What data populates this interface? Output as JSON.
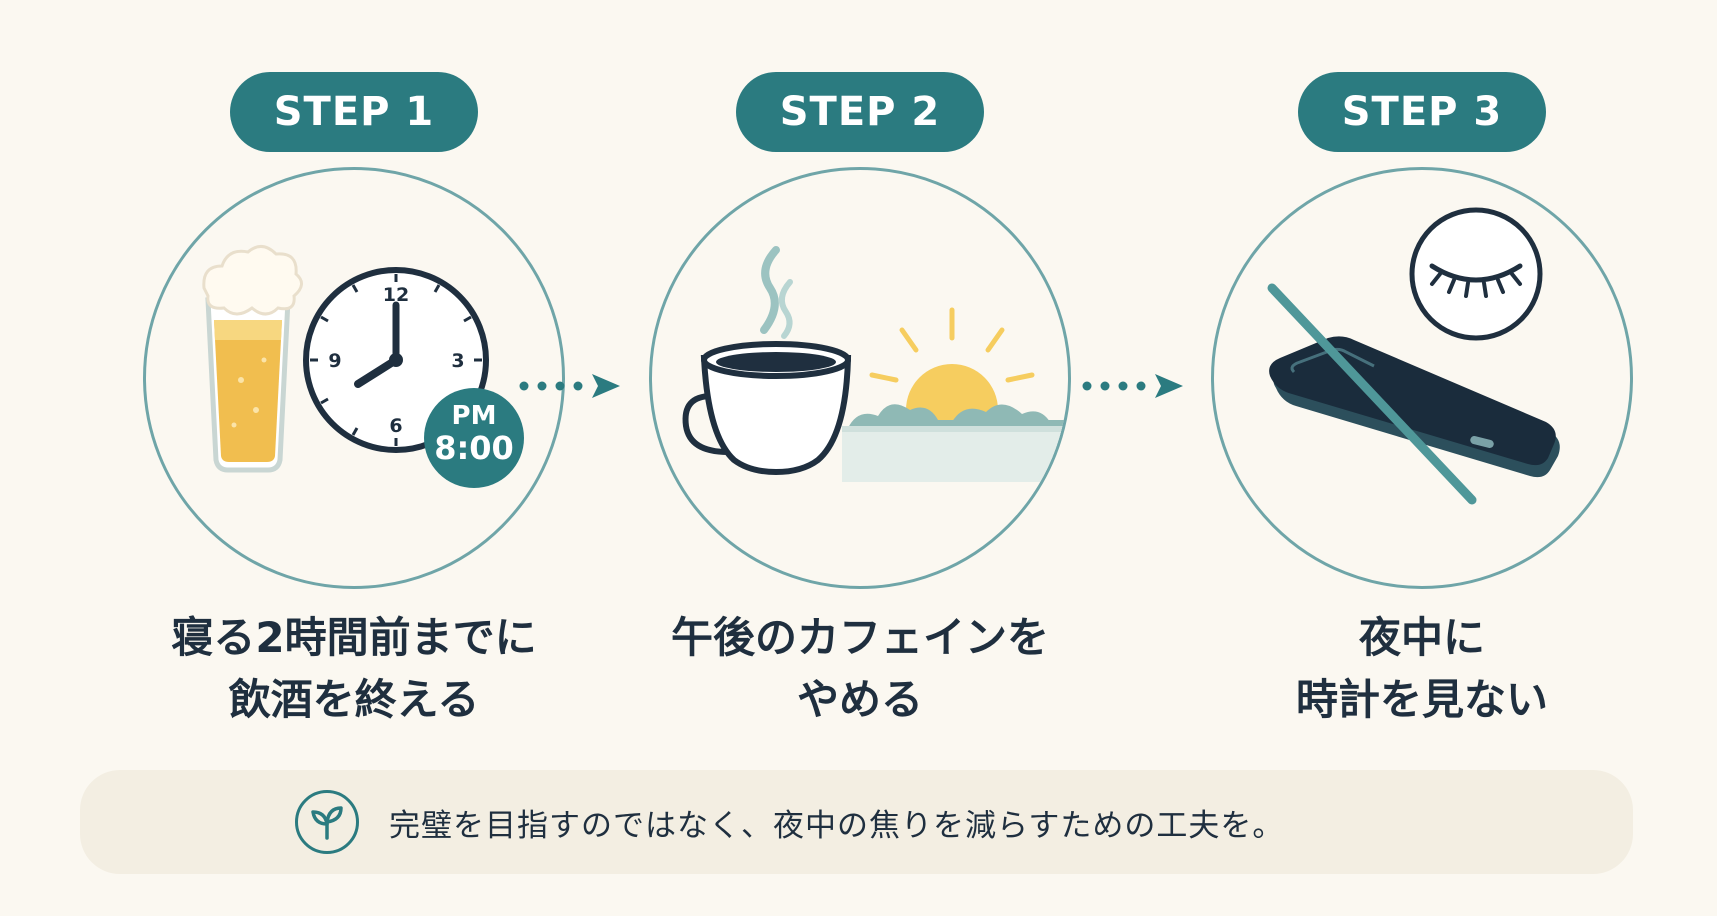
{
  "steps": [
    {
      "label": "STEP 1",
      "caption_lines": [
        "寝る2時間前までに",
        "飲酒を終える"
      ],
      "clock_numbers": [
        "12",
        "3",
        "6",
        "9"
      ],
      "badge_ampm": "PM",
      "badge_time": "8:00"
    },
    {
      "label": "STEP 2",
      "caption_lines": [
        "午後のカフェインを",
        "やめる"
      ]
    },
    {
      "label": "STEP 3",
      "caption_lines": [
        "夜中に",
        "時計を見ない"
      ]
    }
  ],
  "footer": {
    "text": "完璧を目指すのではなく、夜中の焦りを減らすための工夫を。"
  },
  "colors": {
    "teal": "#2b7b80",
    "circle_border": "#6fa5a8",
    "navy": "#1f2f3f",
    "beer": "#f1be4f",
    "sun": "#f6cd5f"
  },
  "icons": [
    "beer-glass-icon",
    "clock-icon",
    "coffee-cup-icon",
    "sun-icon",
    "closed-eye-icon",
    "smartphone-icon",
    "leaf-icon",
    "dotted-arrow-icon"
  ]
}
